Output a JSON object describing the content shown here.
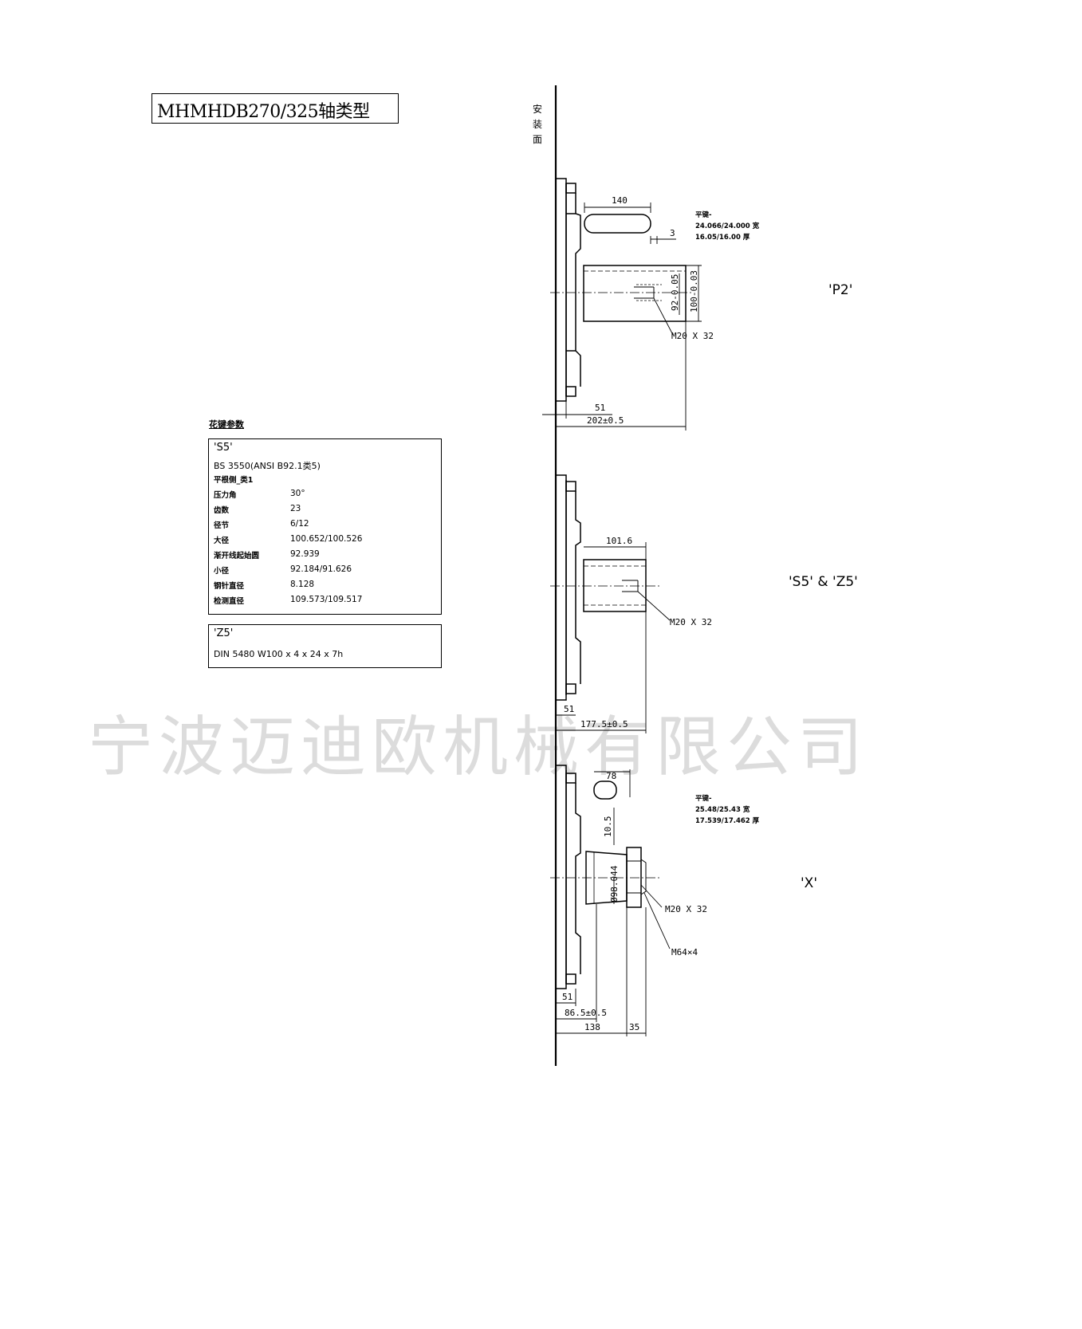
{
  "title": "MHMHDB270/325轴类型",
  "mounting_face_label": "安装面",
  "spline_heading": "花键参数",
  "tables": {
    "s5": {
      "name": "'S5'",
      "standard": "BS 3550(ANSI B92.1类5)",
      "subtype": "平根侧_类1",
      "rows": [
        {
          "key": "压力角",
          "value": "30°"
        },
        {
          "key": "齿数",
          "value": "23"
        },
        {
          "key": "径节",
          "value": "6/12"
        },
        {
          "key": "大径",
          "value": "100.652/100.526"
        },
        {
          "key": "渐开线起始圆",
          "value": "92.939"
        },
        {
          "key": "小径",
          "value": "92.184/91.626"
        },
        {
          "key": "钢针直径",
          "value": "8.128"
        },
        {
          "key": "检测直径",
          "value": "109.573/109.517"
        }
      ]
    },
    "z5": {
      "name": "'Z5'",
      "spec": "DIN 5480 W100 x 4 x 24 x 7h"
    }
  },
  "views": {
    "p2": {
      "label": "'P2'",
      "dims": {
        "key_length": "140",
        "key_offset": "3",
        "shaft_dia": "92-0.05",
        "shaft_dia2": "100-0.03",
        "flange": "51",
        "overall": "202±0.5"
      },
      "thread": "M20 X 32",
      "key_note": [
        "平键-",
        "24.066/24.000 宽",
        "16.05/16.00 厚"
      ]
    },
    "s5z5": {
      "label": "'S5' & 'Z5'",
      "dims": {
        "spline_length": "101.6",
        "flange": "51",
        "overall": "177.5±0.5"
      },
      "thread": "M20 X 32"
    },
    "x": {
      "label": "'X'",
      "dims": {
        "key_length": "78",
        "key_height": "10.5",
        "taper_dia": "Ø98.044",
        "flange": "51",
        "to_taper": "86.5±0.5",
        "overall": "138",
        "nut": "35"
      },
      "thread": "M20 X 32",
      "nut_thread": "M64×4",
      "key_note": [
        "平键-",
        "25.48/25.43 宽",
        "17.539/17.462 厚"
      ]
    }
  },
  "watermark": "宁波迈迪欧机械有限公司"
}
